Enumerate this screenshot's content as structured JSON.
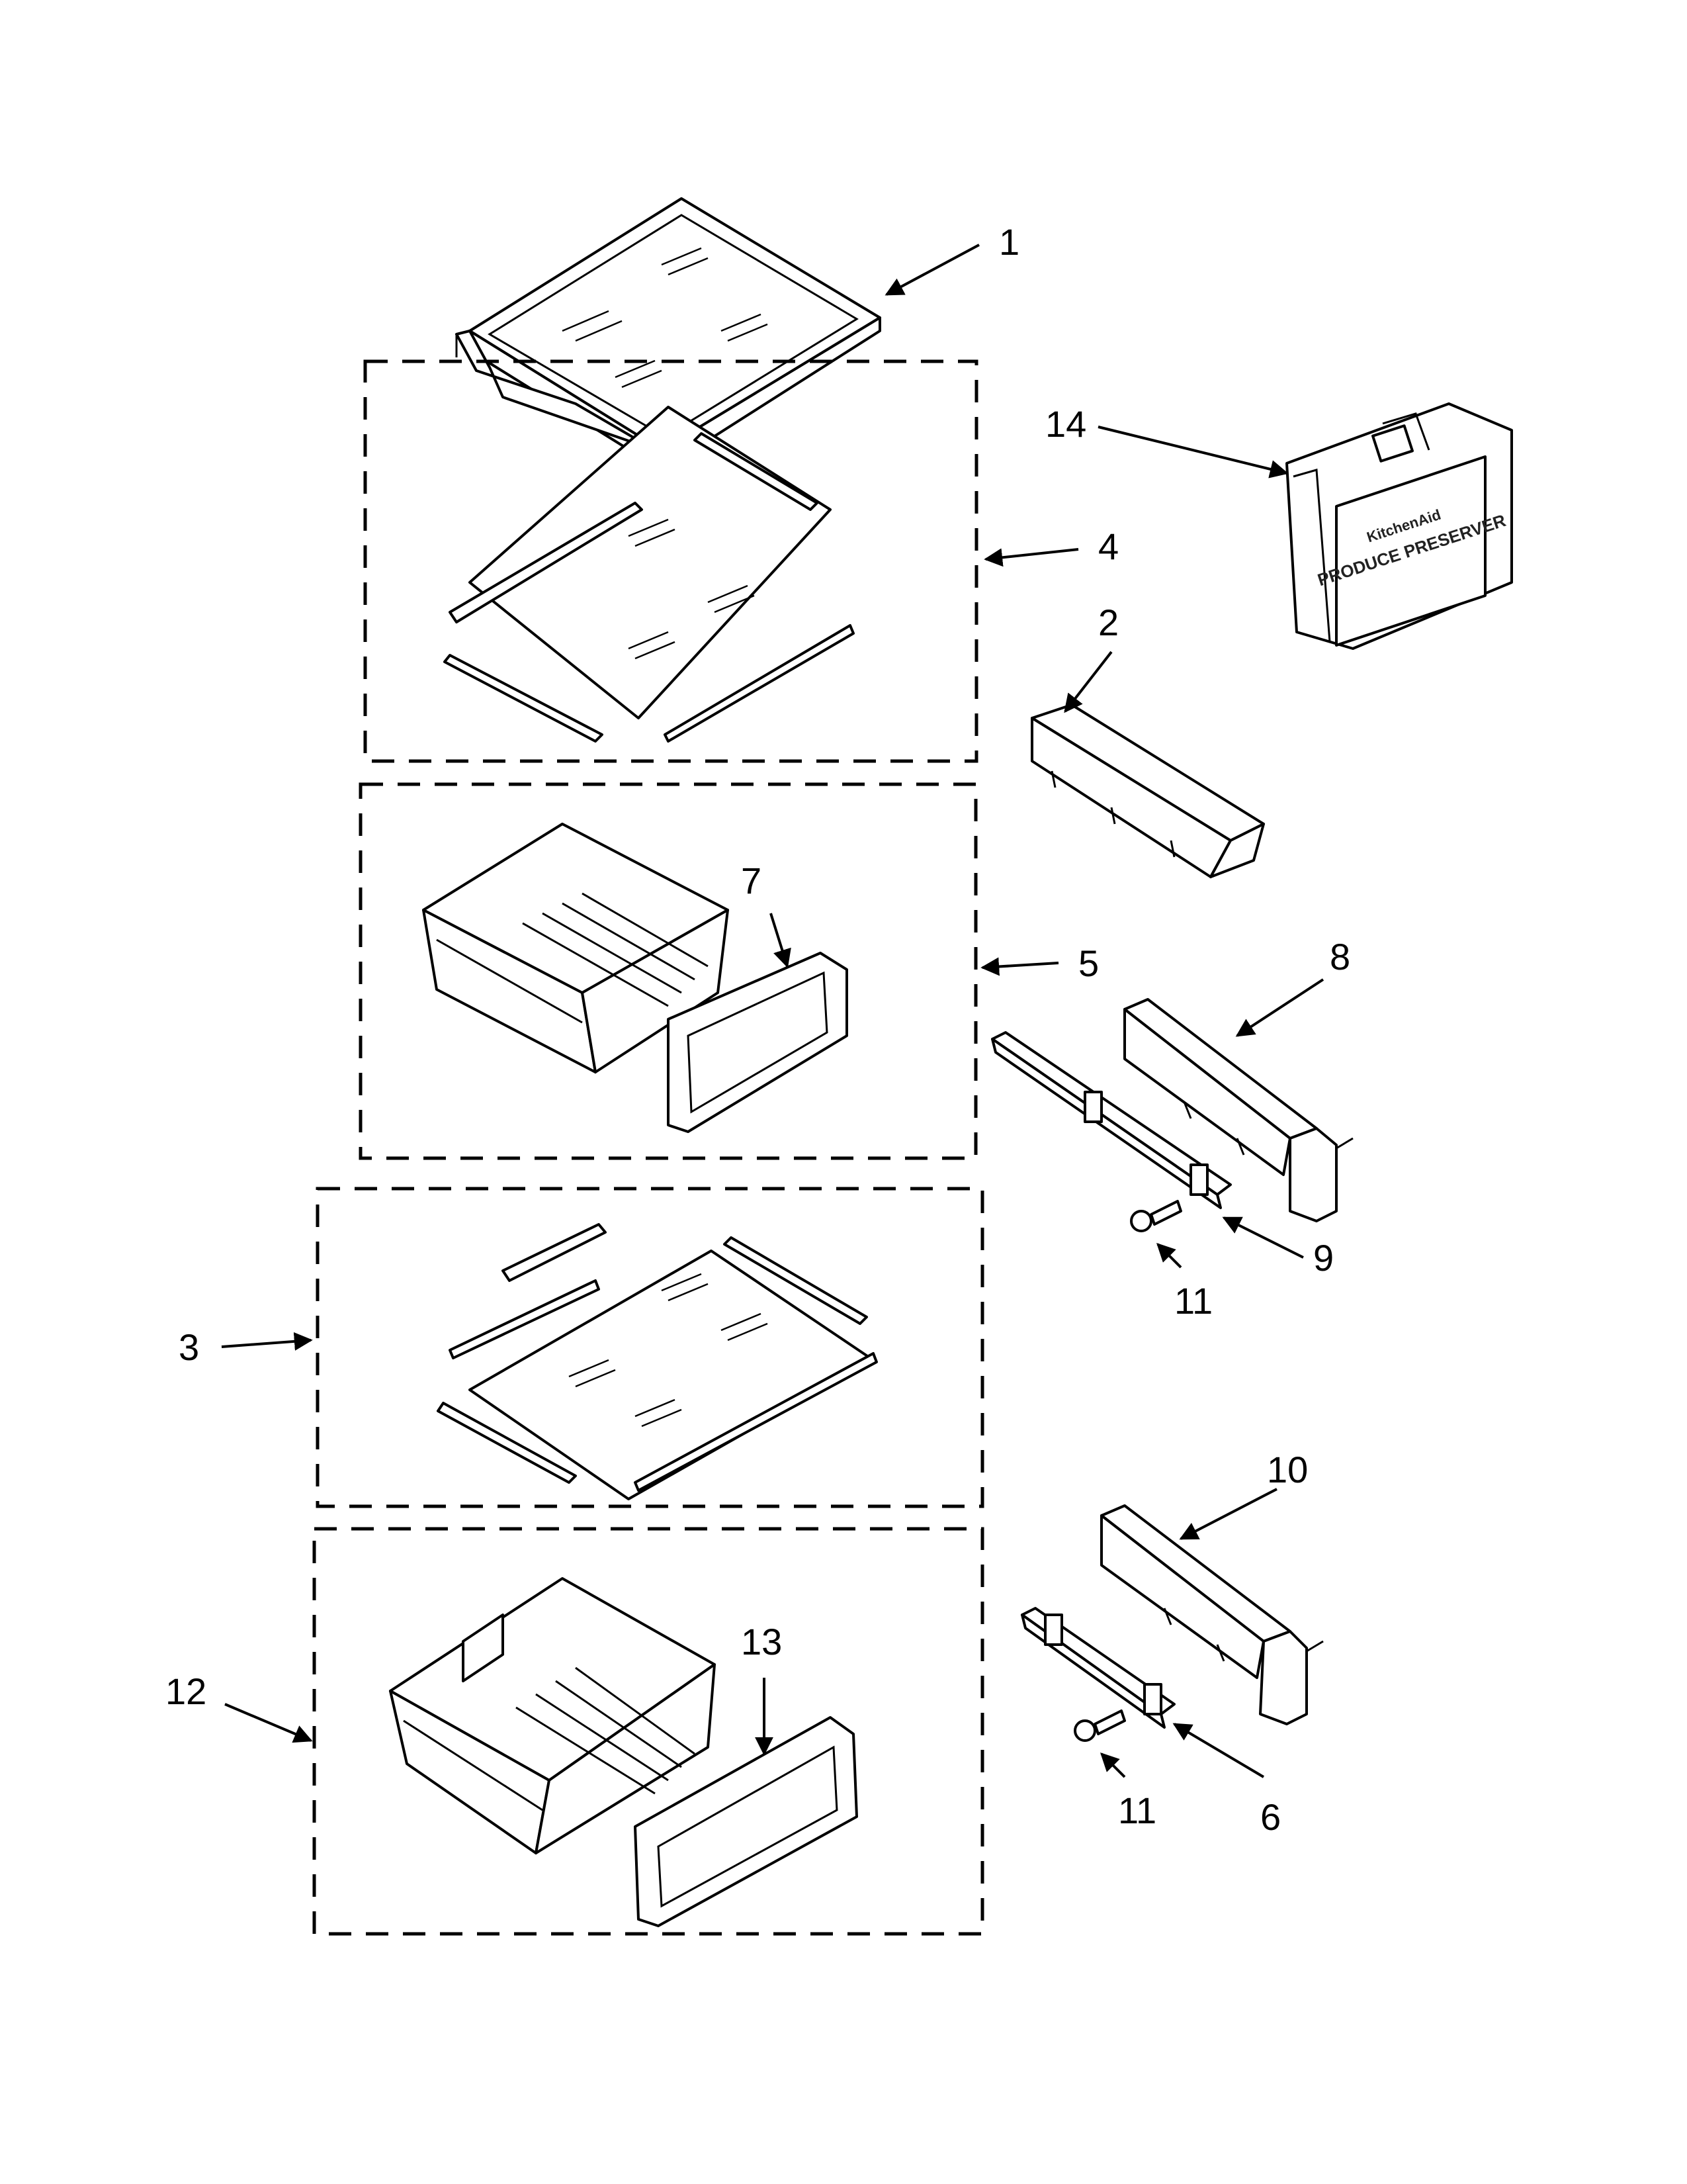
{
  "callouts": {
    "c1": "1",
    "c2": "2",
    "c3": "3",
    "c4": "4",
    "c5": "5",
    "c6": "6",
    "c7": "7",
    "c8": "8",
    "c9": "9",
    "c10": "10",
    "c11a": "11",
    "c11b": "11",
    "c12": "12",
    "c13": "13",
    "c14": "14"
  },
  "produce_preserver": {
    "brand": "KitchenAid",
    "label": "PRODUCE PRESERVER"
  }
}
